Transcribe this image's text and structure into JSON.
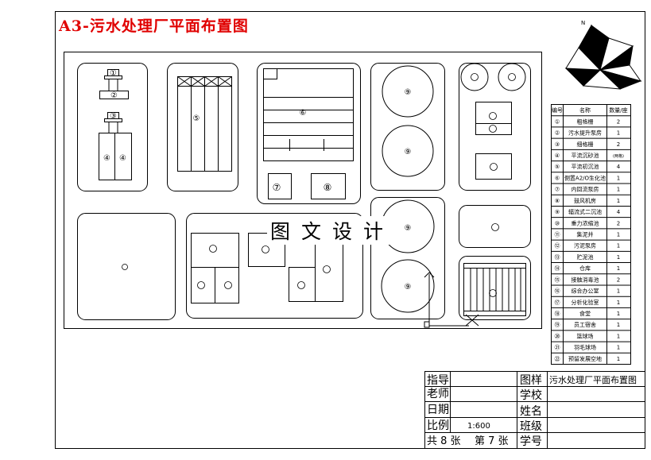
{
  "title": "A3-污水处理厂平面布置图",
  "watermark": "图文设计",
  "north_label": "N",
  "building_markers": {
    "b1": "①",
    "b2": "②",
    "b3": "③",
    "b4": "④",
    "b5": "⑤",
    "b6": "⑥",
    "b7": "⑦",
    "b8": "⑧",
    "b9": "⑨"
  },
  "legend": {
    "headers": [
      "编号",
      "名称",
      "数量/座"
    ],
    "rows": [
      {
        "no": "①",
        "name": "粗格栅",
        "qty": "2"
      },
      {
        "no": "②",
        "name": "污水提升泵房",
        "qty": "1"
      },
      {
        "no": "③",
        "name": "细格栅",
        "qty": "2"
      },
      {
        "no": "④",
        "name": "平流沉砂池",
        "qty": "(两格)"
      },
      {
        "no": "⑤",
        "name": "平流初沉池",
        "qty": "4"
      },
      {
        "no": "⑥",
        "name": "倒置A2/O生化池",
        "qty": "1"
      },
      {
        "no": "⑦",
        "name": "内回流泵房",
        "qty": "1"
      },
      {
        "no": "⑧",
        "name": "鼓风机房",
        "qty": "1"
      },
      {
        "no": "⑨",
        "name": "辐流式二沉池",
        "qty": "4"
      },
      {
        "no": "⑩",
        "name": "重力浓缩池",
        "qty": "2"
      },
      {
        "no": "⑪",
        "name": "集泥井",
        "qty": "1"
      },
      {
        "no": "⑫",
        "name": "污泥泵房",
        "qty": "1"
      },
      {
        "no": "⑬",
        "name": "贮泥池",
        "qty": "1"
      },
      {
        "no": "⑭",
        "name": "仓库",
        "qty": "1"
      },
      {
        "no": "⑮",
        "name": "接触消毒池",
        "qty": "2"
      },
      {
        "no": "⑯",
        "name": "综合办公室",
        "qty": "1"
      },
      {
        "no": "⑰",
        "name": "分析化验室",
        "qty": "1"
      },
      {
        "no": "⑱",
        "name": "食堂",
        "qty": "1"
      },
      {
        "no": "⑲",
        "name": "员工宿舍",
        "qty": "1"
      },
      {
        "no": "⑳",
        "name": "篮球场",
        "qty": "1"
      },
      {
        "no": "㉑",
        "name": "羽毛球场",
        "qty": "1"
      },
      {
        "no": "㉒",
        "name": "预留发展空地",
        "qty": "1"
      }
    ]
  },
  "title_block": {
    "guide": "指导",
    "teacher": "老师",
    "date": "日期",
    "scale_label": "比例",
    "scale_value": "1:600",
    "sheets_total": "共 8 张",
    "sheet_no": "第 7 张",
    "drawing_label": "图样",
    "drawing_name": "污水处理厂平面布置图",
    "school": "学校",
    "name": "姓名",
    "class": "班级",
    "student_id": "学号"
  }
}
